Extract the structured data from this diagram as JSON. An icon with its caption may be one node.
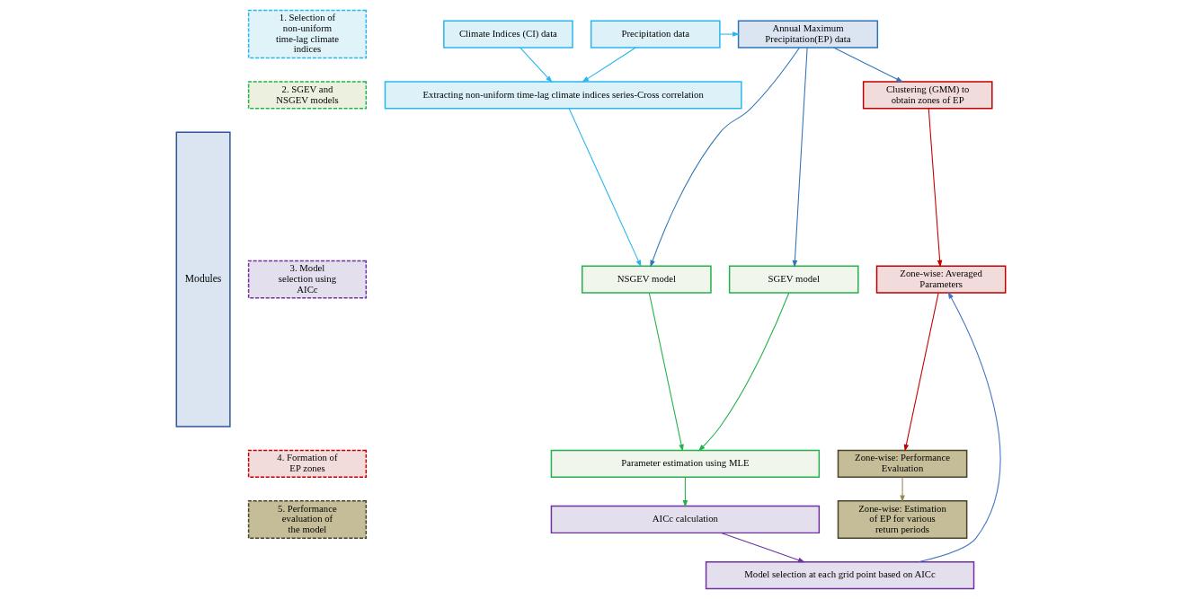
{
  "diagram": {
    "nodes": [
      {
        "text": [
          "Modules"
        ]
      },
      {
        "text": [
          "1. Selection of non-uniform time-lag climate indices"
        ]
      },
      {
        "text": [
          "2. SGEV and NSGEV models"
        ]
      },
      {
        "text": [
          "3. Model selection using AICc"
        ]
      },
      {
        "text": [
          "4. Formation of EP zones"
        ]
      },
      {
        "text": [
          "5. Performance evaluation of the model"
        ]
      },
      {
        "text": [
          "Climate Indices (CI) data"
        ]
      },
      {
        "text": [
          "Precipitation data"
        ]
      },
      {
        "text": [
          "Annual Maximum Precipitation(EP) data"
        ]
      },
      {
        "text": [
          "Extracting non-uniform time-lag climate indices series-Cross correlation"
        ]
      },
      {
        "text": [
          "Clustering (GMM) to obtain zones of EP"
        ]
      },
      {
        "text": [
          "NSGEV model"
        ]
      },
      {
        "text": [
          "SGEV model"
        ]
      },
      {
        "text": [
          "Zone-wise: Averaged Parameters"
        ]
      },
      {
        "text": [
          "Parameter estimation using MLE"
        ]
      },
      {
        "text": [
          "Zone-wise: Performance Evaluation"
        ]
      },
      {
        "text": [
          "AICc calculation"
        ]
      },
      {
        "text": [
          "Zone-wise: Estimation of EP for various return periods"
        ]
      },
      {
        "text": [
          "Model selection at each grid point based on AICc"
        ]
      }
    ],
    "edges": [
      {
        "from": 6,
        "to": 9,
        "arrow": "to",
        "color": "#29b6ef"
      },
      {
        "from": 7,
        "to": 9,
        "arrow": "to",
        "color": "#29b6ef"
      },
      {
        "from": 7,
        "to": 8,
        "arrow": "to",
        "color": "#29b6ef"
      },
      {
        "from": 8,
        "to": 10,
        "arrow": "to",
        "color": "#2e75b6"
      },
      {
        "from": 8,
        "to": 11,
        "arrow": "to",
        "color": "#2e75b6"
      },
      {
        "from": 8,
        "to": 12,
        "arrow": "to",
        "color": "#2e75b6"
      },
      {
        "from": 9,
        "to": 11,
        "arrow": "to",
        "color": "#29b6ef"
      },
      {
        "from": 11,
        "to": 14,
        "arrow": "to",
        "color": "#22b14c"
      },
      {
        "from": 12,
        "to": 14,
        "arrow": "to",
        "color": "#22b14c"
      },
      {
        "from": 14,
        "to": 16,
        "arrow": "to",
        "color": "#22b14c"
      },
      {
        "from": 16,
        "to": 18,
        "arrow": "to",
        "color": "#7030a0"
      },
      {
        "from": 18,
        "to": 13,
        "arrow": "to",
        "color": "#4472c4"
      },
      {
        "from": 10,
        "to": 13,
        "arrow": "to",
        "color": "#c00000"
      },
      {
        "from": 13,
        "to": 15,
        "arrow": "to",
        "color": "#c00000"
      },
      {
        "from": 15,
        "to": 17,
        "arrow": "to",
        "color": "#948a54"
      }
    ]
  }
}
